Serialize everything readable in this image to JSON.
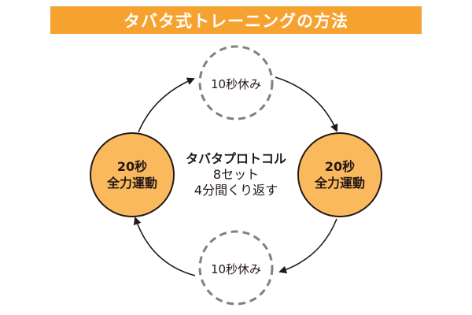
{
  "title": "タバタ式トレーニングの方法",
  "colors": {
    "banner": "#f6a230",
    "work_fill": "#fbb95e",
    "stroke": "#231815",
    "dash": "#808080"
  },
  "nodes": {
    "rest_top": "10秒休み",
    "rest_bottom": "10秒休み",
    "work_left": {
      "line1": "20秒",
      "line2": "全力運動"
    },
    "work_right": {
      "line1": "20秒",
      "line2": "全力運動"
    }
  },
  "center": {
    "title": "タバタプロトコル",
    "line2": "8セット",
    "line3": "4分間くり返す"
  }
}
